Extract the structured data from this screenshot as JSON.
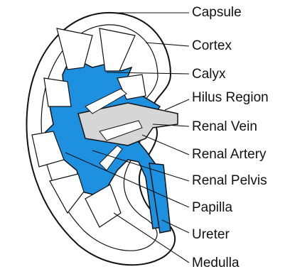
{
  "diagram": {
    "labels": {
      "capsule": "Capsule",
      "cortex": "Cortex",
      "calyx": "Calyx",
      "hilus": "Hilus Region",
      "vein": "Renal Vein",
      "artery": "Renal Artery",
      "pelvis": "Renal Pelvis",
      "papilla": "Papilla",
      "ureter": "Ureter",
      "medulla": "Medulla"
    },
    "colors": {
      "pelvis_fill": "#1e90e0",
      "outline": "#111111",
      "vessel_fill": "#d6d6d6",
      "background": "#ffffff"
    }
  }
}
